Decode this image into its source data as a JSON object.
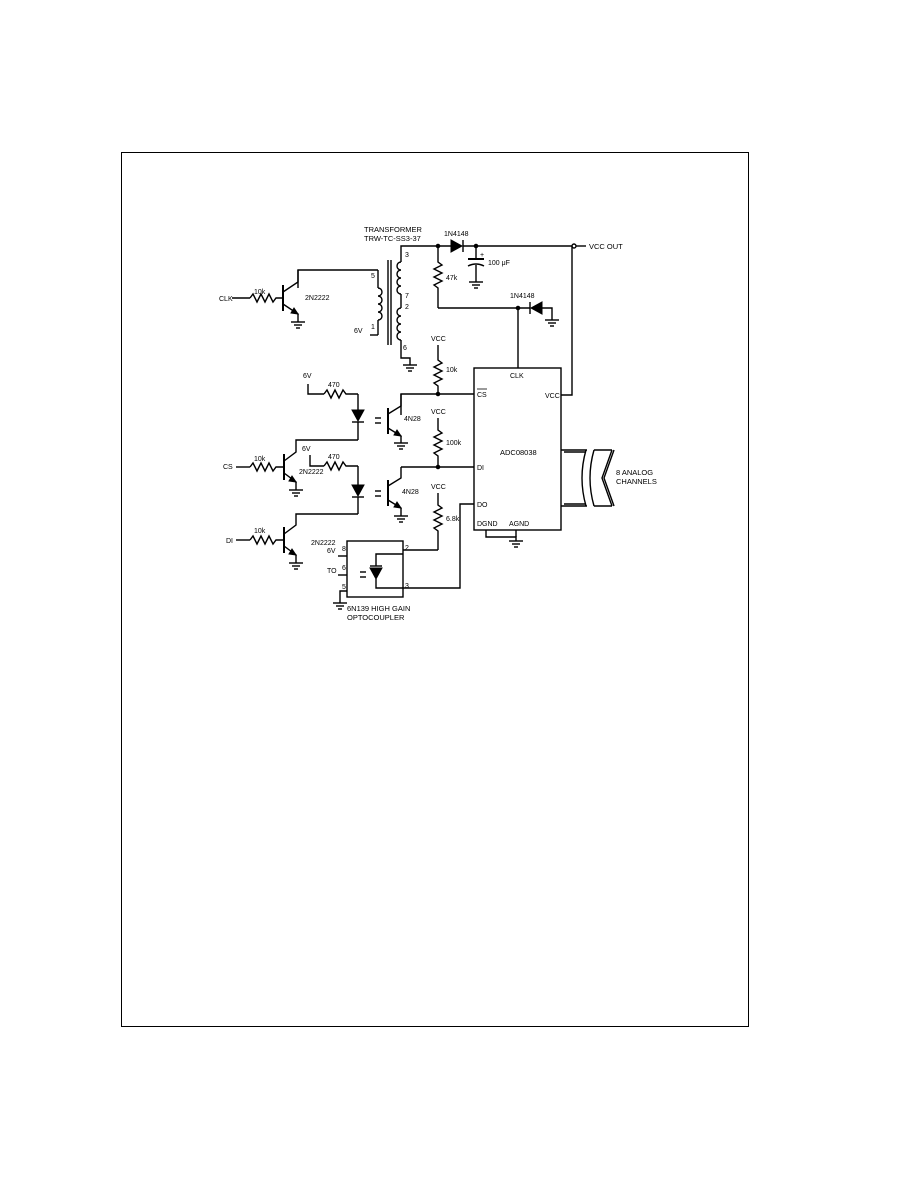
{
  "labels": {
    "transformer_line1": "TRANSFORMER",
    "transformer_line2": "TRW-TC-SS3-37",
    "d1": "1N4148",
    "d2": "1N4148",
    "cap": "100 μF",
    "r47k": "47k",
    "vcc_out": "VCC OUT",
    "vcc": "VCC",
    "r10k_a": "10k",
    "r10k_b": "10k",
    "r10k_c": "10k",
    "r10k_d": "10k",
    "r100k": "100k",
    "r68k": "6.8k",
    "r470_a": "470",
    "r470_b": "470",
    "clk_in": "CLK",
    "cs_in": "CS",
    "di_in": "DI",
    "q_clk": "2N2222",
    "q_cs": "2N2222",
    "q_di": "2N2222",
    "opto1": "4N28",
    "opto2": "4N28",
    "six_v": "6V",
    "pin5": "5",
    "pin1": "1",
    "pin3": "3",
    "pin7": "7",
    "pin2": "2",
    "pin6": "6",
    "ic": "ADC08038",
    "ic_clk": "CLK",
    "ic_cs": "CS",
    "ic_vcc": "VCC",
    "ic_di": "DI",
    "ic_do": "DO",
    "ic_dgnd": "DGND",
    "ic_agnd": "AGND",
    "analog_line1": "8 ANALOG",
    "analog_line2": "CHANNELS",
    "hg_pin8": "8",
    "hg_pin6": "6",
    "hg_pin5": "5",
    "hg_pin2": "2",
    "hg_pin3": "3",
    "hg_6v": "6V",
    "hg_to": "TO",
    "hg_line1": "6N139 HIGH GAIN",
    "hg_line2": "OPTOCOUPLER"
  }
}
